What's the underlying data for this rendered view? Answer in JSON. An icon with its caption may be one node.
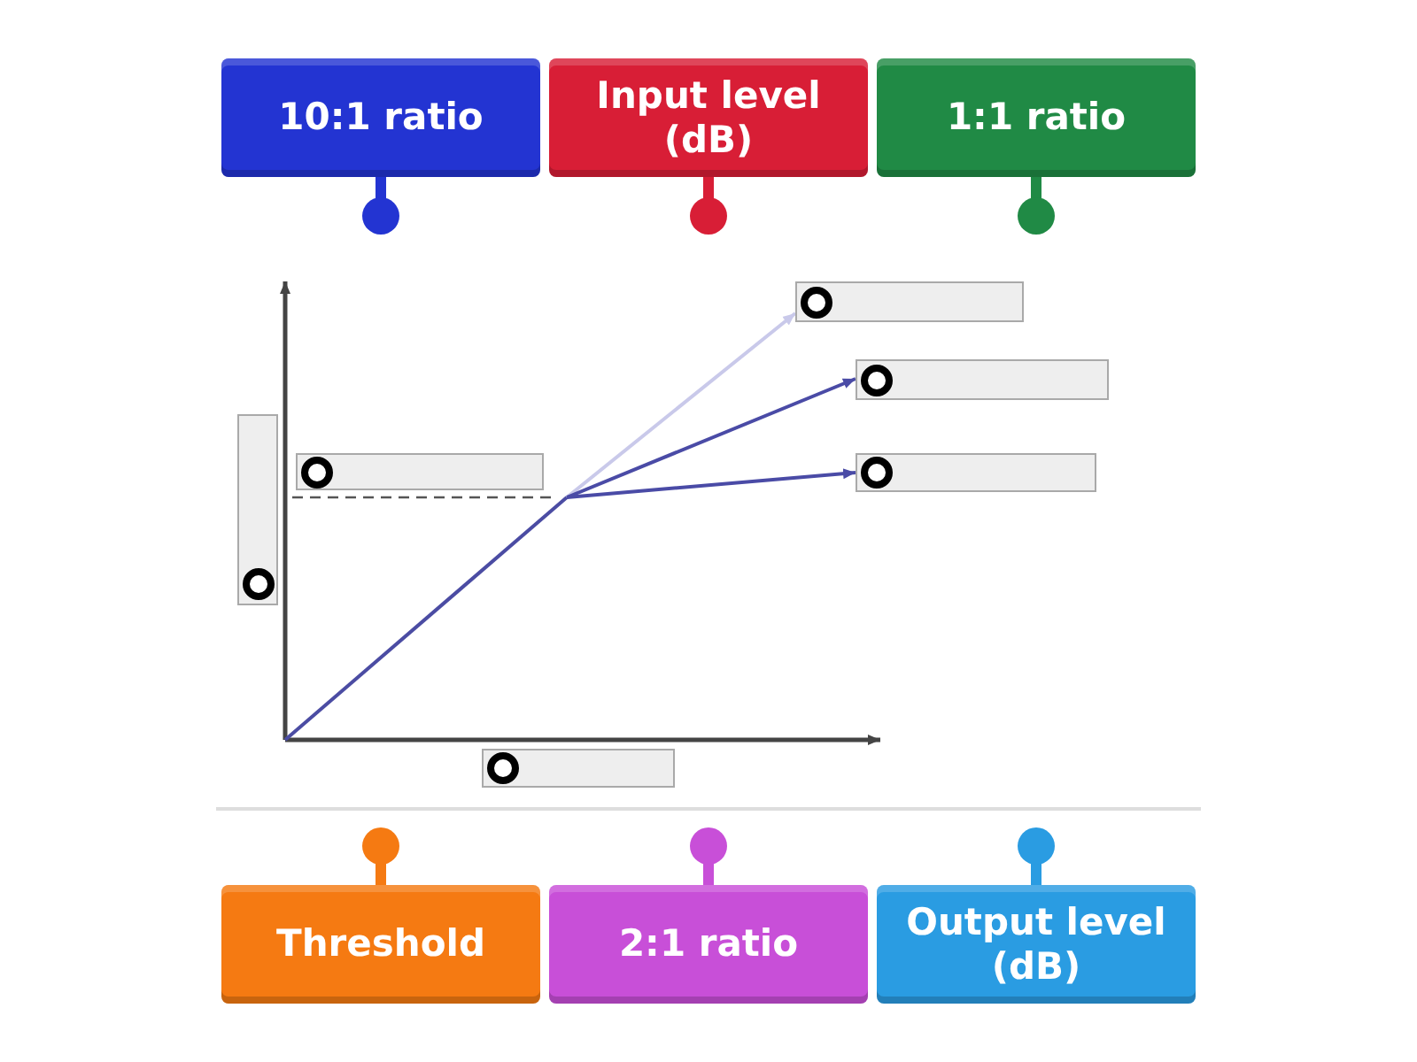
{
  "diagram": {
    "nodes": [
      {
        "text": [
          "10:1 ratio"
        ]
      },
      {
        "text": [
          "Input level (dB)"
        ]
      },
      {
        "text": [
          "1:1 ratio"
        ]
      },
      {
        "text": [],
        "shape": "box"
      },
      {
        "text": [],
        "shape": "box"
      },
      {
        "text": [],
        "shape": "box"
      },
      {
        "text": [],
        "shape": "box"
      },
      {
        "text": [],
        "shape": "box"
      },
      {
        "text": [],
        "shape": "box"
      },
      {
        "text": [
          "Threshold"
        ]
      },
      {
        "text": [
          "2:1 ratio"
        ]
      },
      {
        "text": [
          "Output level (dB)"
        ]
      }
    ],
    "edges": [
      {
        "from": null,
        "to": 3,
        "arrow": "to",
        "color": "#c9c9ea"
      },
      {
        "from": null,
        "to": 4,
        "arrow": "to"
      },
      {
        "from": null,
        "to": 5,
        "arrow": "to"
      }
    ]
  }
}
